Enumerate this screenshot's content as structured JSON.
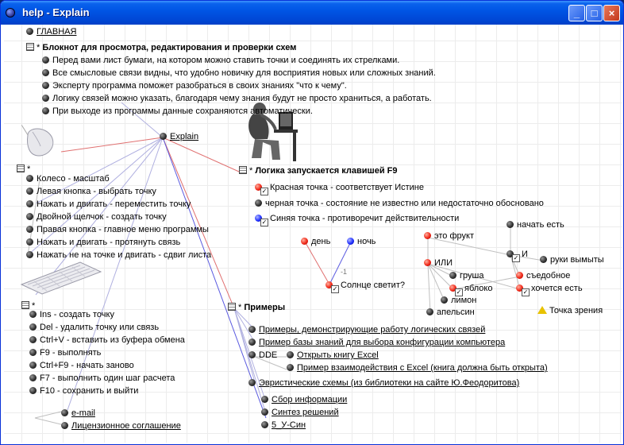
{
  "window": {
    "title": "help - Explain",
    "buttons": {
      "minimize": "_",
      "maximize": "□",
      "close": "×"
    }
  },
  "nodes": {
    "main": "ГЛАВНАЯ",
    "notebook": {
      "prefix": "*",
      "title": "Блокнот для просмотра, редактирования и проверки схем",
      "items": [
        "Перед вами лист бумаги, на котором можно ставить точки и соединять их стрелками.",
        "Все смысловые связи видны, что удобно новичку для восприятия новых или сложных знаний.",
        "Эксперту программа поможет разобраться в своих знаниях \"что к чему\".",
        "Логику связей можно указать, благодаря чему знания будут не просто храниться, а работать.",
        "При выходе из программы данные сохраняются автоматически."
      ]
    },
    "explain": "Explain",
    "mouse": {
      "prefix": "*",
      "items": [
        "Колесо - масштаб",
        "Левая кнопка - выбрать точку",
        "Нажать и двигать - переместить точку",
        "Двойной щелчок - создать точку",
        "Правая кнопка - главное меню программы",
        "Нажать и двигать - протянуть связь",
        "Нажать не на точке и двигать - сдвиг листа"
      ]
    },
    "keyboard": {
      "prefix": "*",
      "items": [
        "Ins - создать точку",
        "Del - удалить точку или связь",
        "Ctrl+V - вставить из буфера обмена",
        "F9 - выполнять",
        "Ctrl+F9 - начать заново",
        "F7 - выполнить один шаг расчета",
        "F10 - сохранить и выйти"
      ],
      "links": [
        "e-mail",
        "Лицензионное соглашение"
      ]
    },
    "logic": {
      "prefix": "*",
      "title": "Логика запускается клавишей F9",
      "red": "Красная точка - соответствует Истине",
      "black": "черная точка - состояние не известно или недостаточно обосновано",
      "blue": "Синяя точка - противоречит действительности",
      "day": "день",
      "night": "ночь",
      "sun": "Солнце светит?",
      "neg": "-1"
    },
    "fruit": {
      "eat_fruit": "это фрукт",
      "start_eat": "начать есть",
      "or": "ИЛИ",
      "and": "И",
      "hands": "руки вымыты",
      "pear": "груша",
      "edible": "съедобное",
      "apple": "яблоко",
      "want": "хочется есть",
      "lemon": "лимон",
      "orange": "апельсин",
      "viewpoint": "Точка зрения"
    },
    "examples": {
      "prefix": "*",
      "title": "Примеры",
      "demo": "Примеры, демонстрирующие работу логических связей",
      "kb": "Пример базы знаний для выбора конфигурации компьютера",
      "dde": "DDE",
      "excel_open": "Открыть книгу Excel",
      "excel_interact": "Пример взаимодействия с Excel (книга должна быть открыта)",
      "heuristic": "Эвристические схемы (из библиотеки на сайте Ю.Феодоритова)",
      "collect": "Сбор информации",
      "synth": "Синтез решений",
      "u5": "5_У-Син"
    }
  },
  "colors": {
    "title_bar": "#0055e5",
    "red_node": "#f02818",
    "blue_node": "#2030ff",
    "black_node": "#333333",
    "link_red": "#e05a5a",
    "link_blue": "#5a5ae0"
  }
}
